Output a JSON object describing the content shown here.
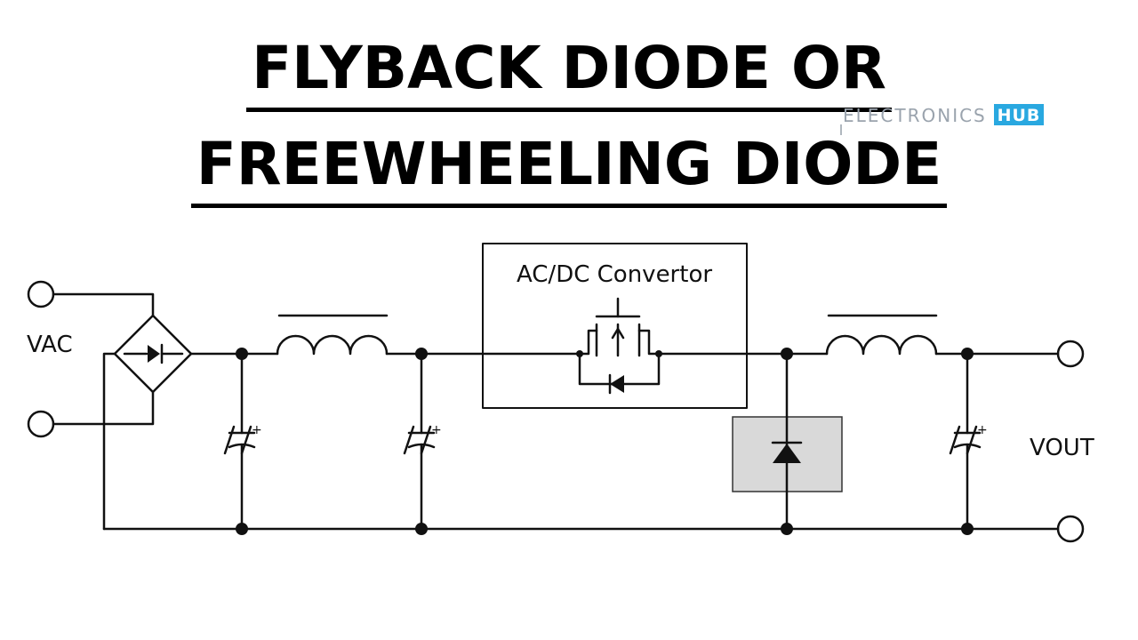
{
  "title": {
    "line1": "FLYBACK DIODE OR",
    "line2": "FREEWHEELING DIODE"
  },
  "logo": {
    "text": "ELECTRONICS",
    "badge": "HUB",
    "badge_color": "#29a8e0"
  },
  "diagram": {
    "input_label": "VAC",
    "output_label": "VOUT",
    "converter_label": "AC/DC Convertor",
    "capacitor_polarity": "+",
    "highlight_fill": "#d9d9d9"
  }
}
